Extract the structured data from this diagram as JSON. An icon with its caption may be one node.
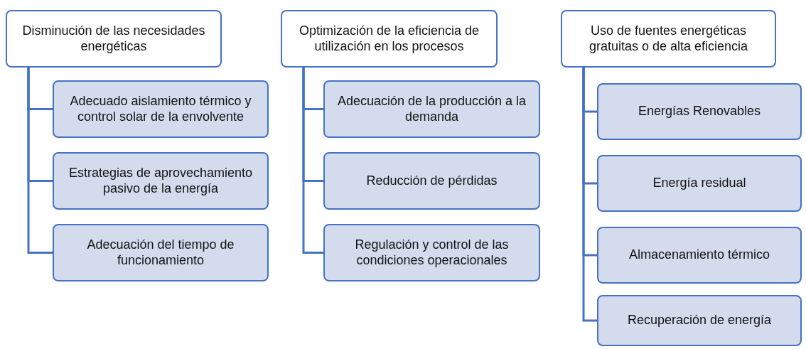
{
  "diagram": {
    "nodes": [
      {
        "text": [
          "Disminución de las necesidades energéticas"
        ]
      },
      {
        "text": [
          "Adecuado aislamiento térmico y control solar de la envolvente"
        ]
      },
      {
        "text": [
          "Estrategias de aprovechamiento pasivo de la energía"
        ]
      },
      {
        "text": [
          "Adecuación del tiempo de funcionamiento"
        ]
      },
      {
        "text": [
          "Optimización de la eficiencia de utilización en los procesos"
        ]
      },
      {
        "text": [
          "Adecuación de la producción a la demanda"
        ]
      },
      {
        "text": [
          "Reducción de pérdidas"
        ]
      },
      {
        "text": [
          "Regulación y control de las condiciones operacionales"
        ]
      },
      {
        "text": [
          "Uso de fuentes energéticas gratuitas o de alta eficiencia"
        ]
      },
      {
        "text": [
          "Energías Renovables"
        ]
      },
      {
        "text": [
          "Energía residual"
        ]
      },
      {
        "text": [
          "Almacenamiento térmico"
        ]
      },
      {
        "text": [
          "Recuperación de energía"
        ]
      }
    ],
    "edges": [
      {
        "from": 0,
        "to": 1,
        "arrow": "none"
      },
      {
        "from": 0,
        "to": 2,
        "arrow": "none"
      },
      {
        "from": 0,
        "to": 3,
        "arrow": "none"
      },
      {
        "from": 4,
        "to": 5,
        "arrow": "none"
      },
      {
        "from": 4,
        "to": 6,
        "arrow": "none"
      },
      {
        "from": 4,
        "to": 7,
        "arrow": "none"
      },
      {
        "from": 8,
        "to": 9,
        "arrow": "none"
      },
      {
        "from": 8,
        "to": 10,
        "arrow": "none"
      },
      {
        "from": 8,
        "to": 11,
        "arrow": "none"
      },
      {
        "from": 8,
        "to": 12,
        "arrow": "none"
      }
    ]
  }
}
